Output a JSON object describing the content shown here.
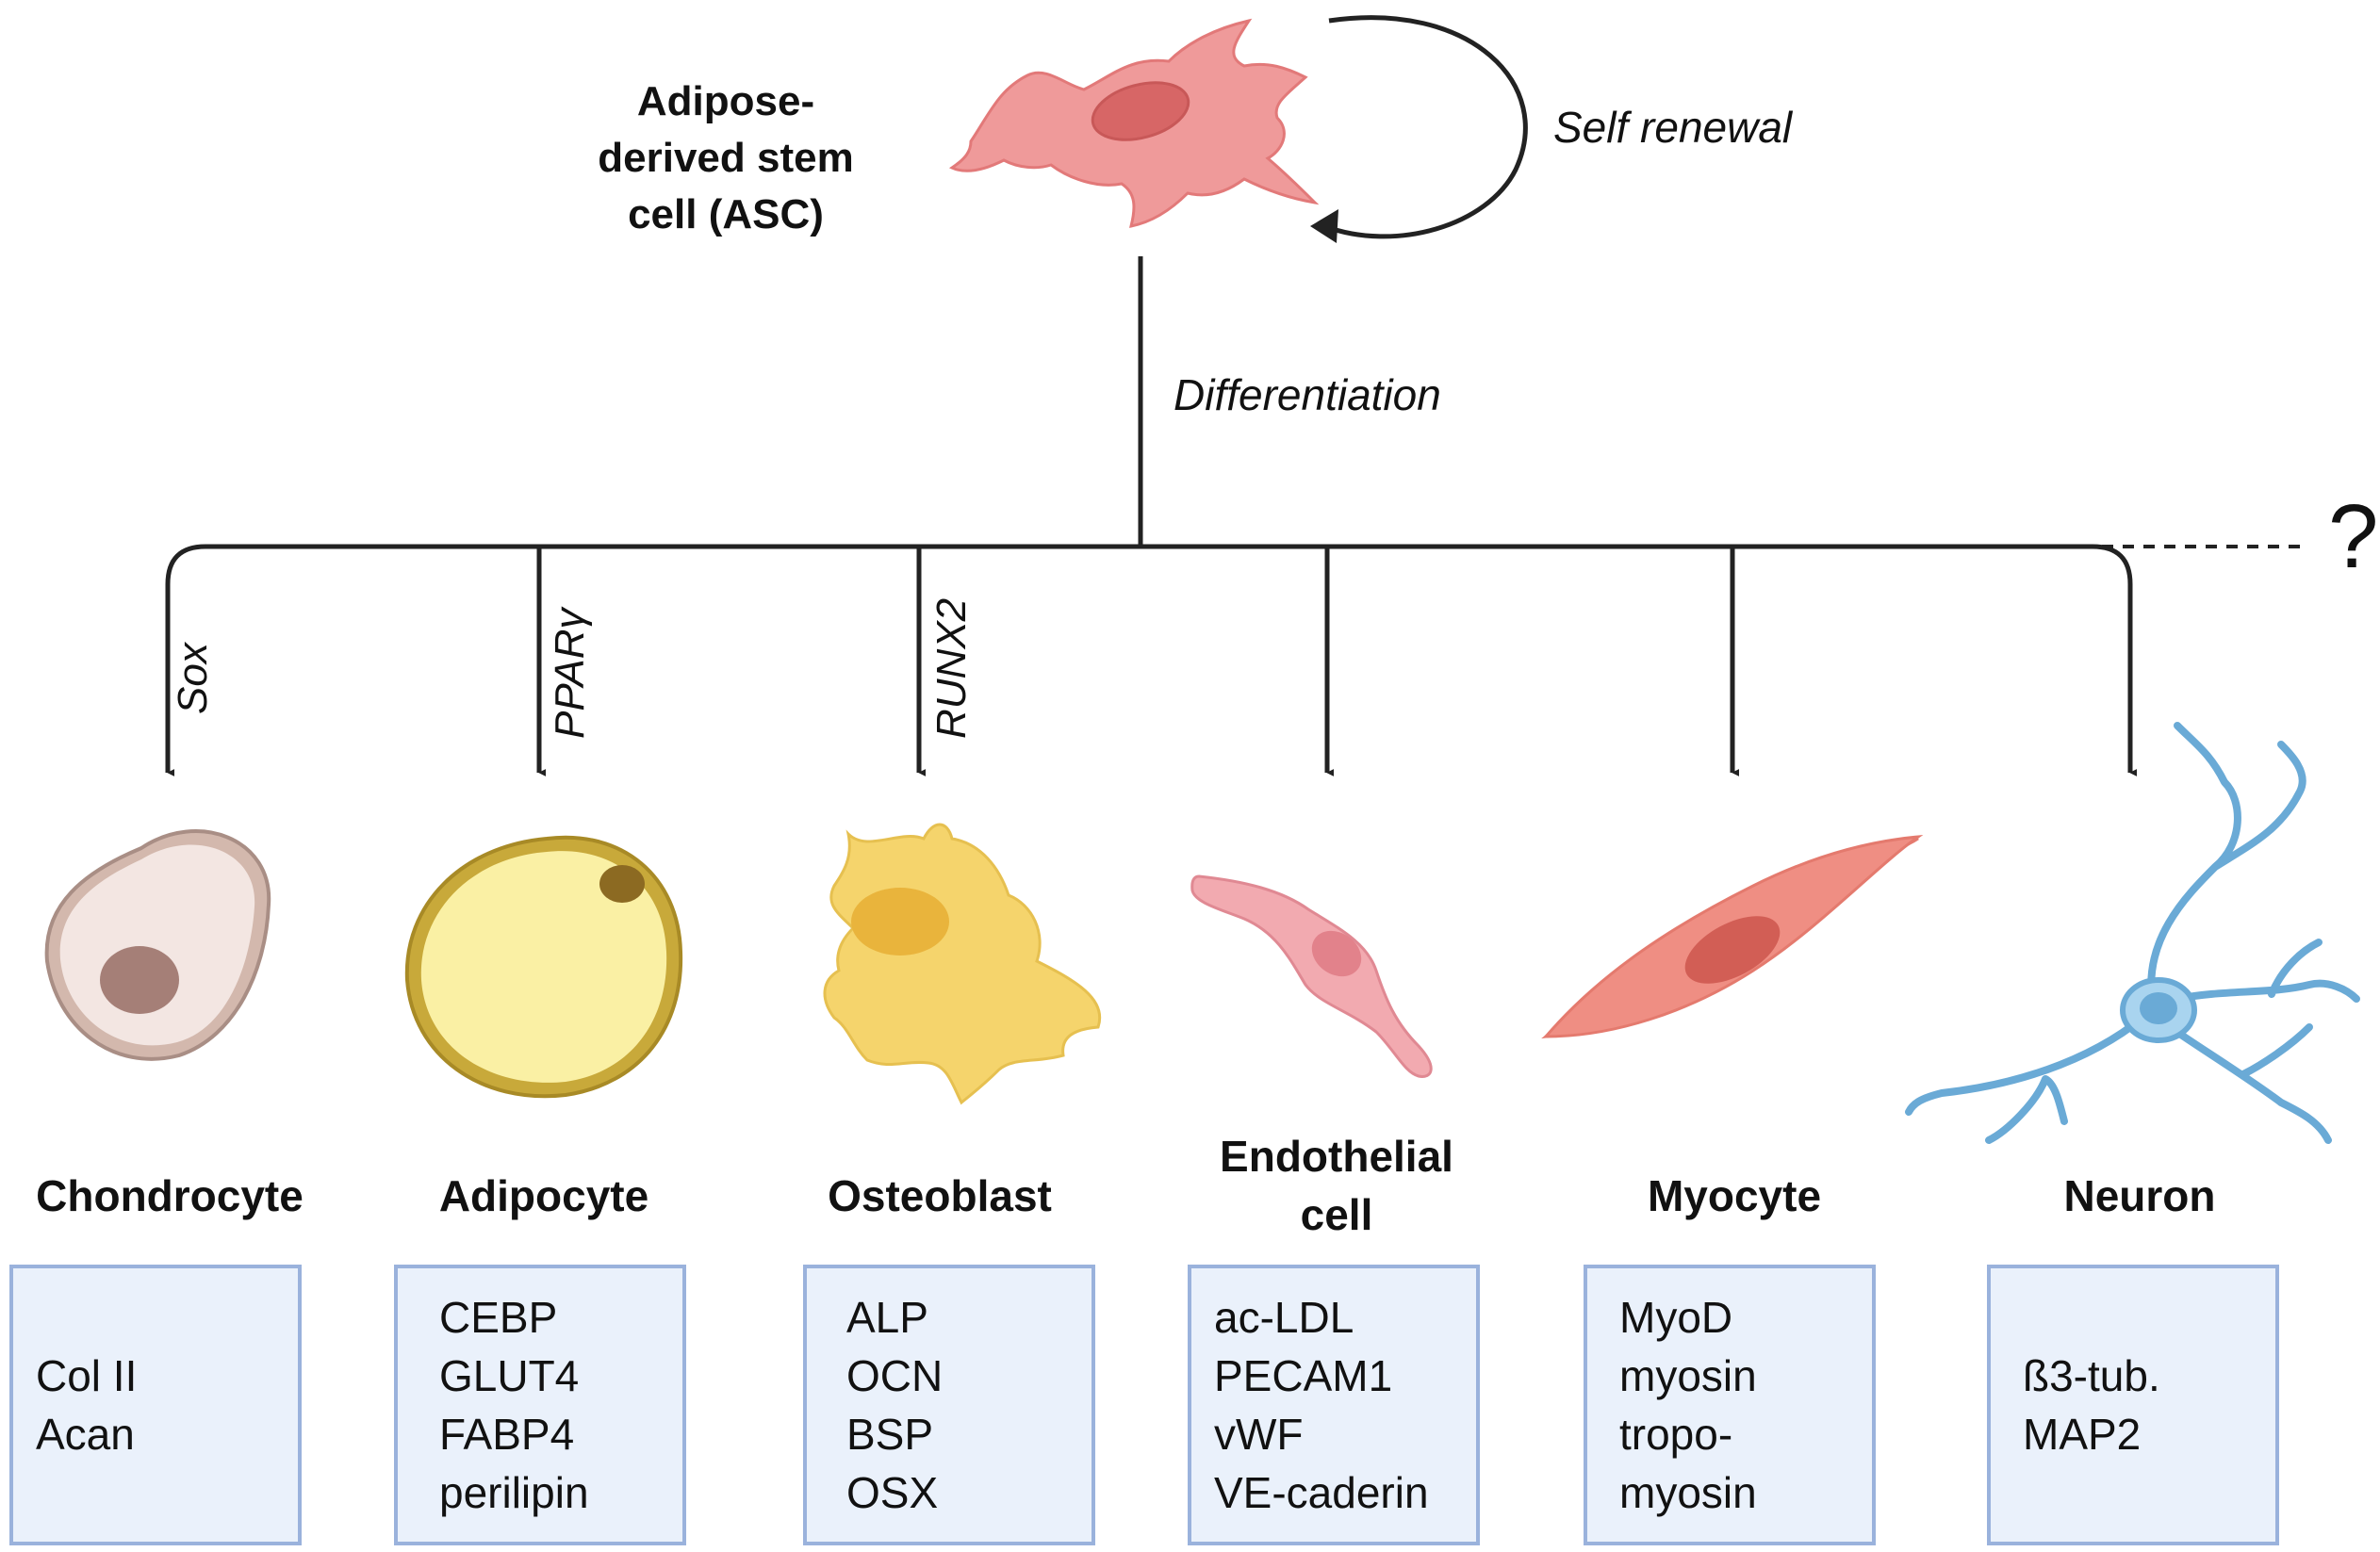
{
  "stem_cell": {
    "title_lines": [
      "Adipose-",
      "derived stem",
      "cell (ASC)"
    ],
    "self_renewal": "Self renewal",
    "differentiation": "Differentiation"
  },
  "unknown_branch": "?",
  "lineages": [
    {
      "name_lines": [
        "Chondrocyte"
      ],
      "factor": "Sox",
      "markers": [
        "Col II",
        "Acan"
      ]
    },
    {
      "name_lines": [
        "Adipocyte"
      ],
      "factor": "PPARγ",
      "markers": [
        "CEBP",
        "GLUT4",
        "FABP4",
        "perilipin"
      ]
    },
    {
      "name_lines": [
        "Osteoblast"
      ],
      "factor": "RUNX2",
      "markers": [
        "ALP",
        "OCN",
        "BSP",
        "OSX"
      ]
    },
    {
      "name_lines": [
        "Endothelial",
        "cell"
      ],
      "factor": "",
      "markers": [
        "ac-LDL",
        "PECAM1",
        "vWF",
        "VE-caderin"
      ]
    },
    {
      "name_lines": [
        "Myocyte"
      ],
      "factor": "",
      "markers": [
        "MyoD",
        "myosin",
        "tropo-",
        "myosin"
      ]
    },
    {
      "name_lines": [
        "Neuron"
      ],
      "factor": "",
      "markers": [
        "ß3-tub.",
        "MAP2"
      ]
    }
  ],
  "colors": {
    "stem_cell": "#ef9a9a",
    "chondrocyte": "#ead9d3",
    "adipocyte": "#f8ec9a",
    "osteoblast": "#f5d46c",
    "endothelial": "#f2aab0",
    "myocyte": "#ee8f85",
    "neuron": "#a9d4ef",
    "marker_box_fill": "#eaf1fb",
    "marker_box_border": "#9ab2dc"
  }
}
